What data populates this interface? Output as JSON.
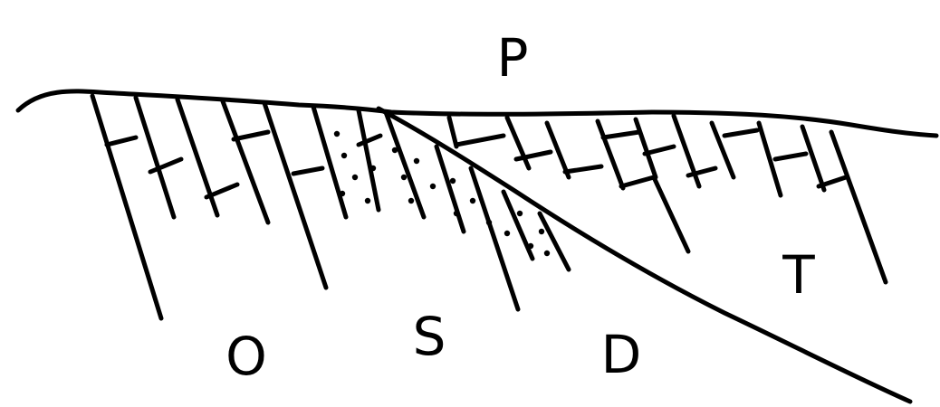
{
  "diagram": {
    "labels": {
      "top": "P",
      "left": "O",
      "middle": "S",
      "right_lower": "D",
      "right_upper": "T"
    },
    "colors": {
      "ink": "#000000",
      "background": "#ffffff"
    }
  }
}
